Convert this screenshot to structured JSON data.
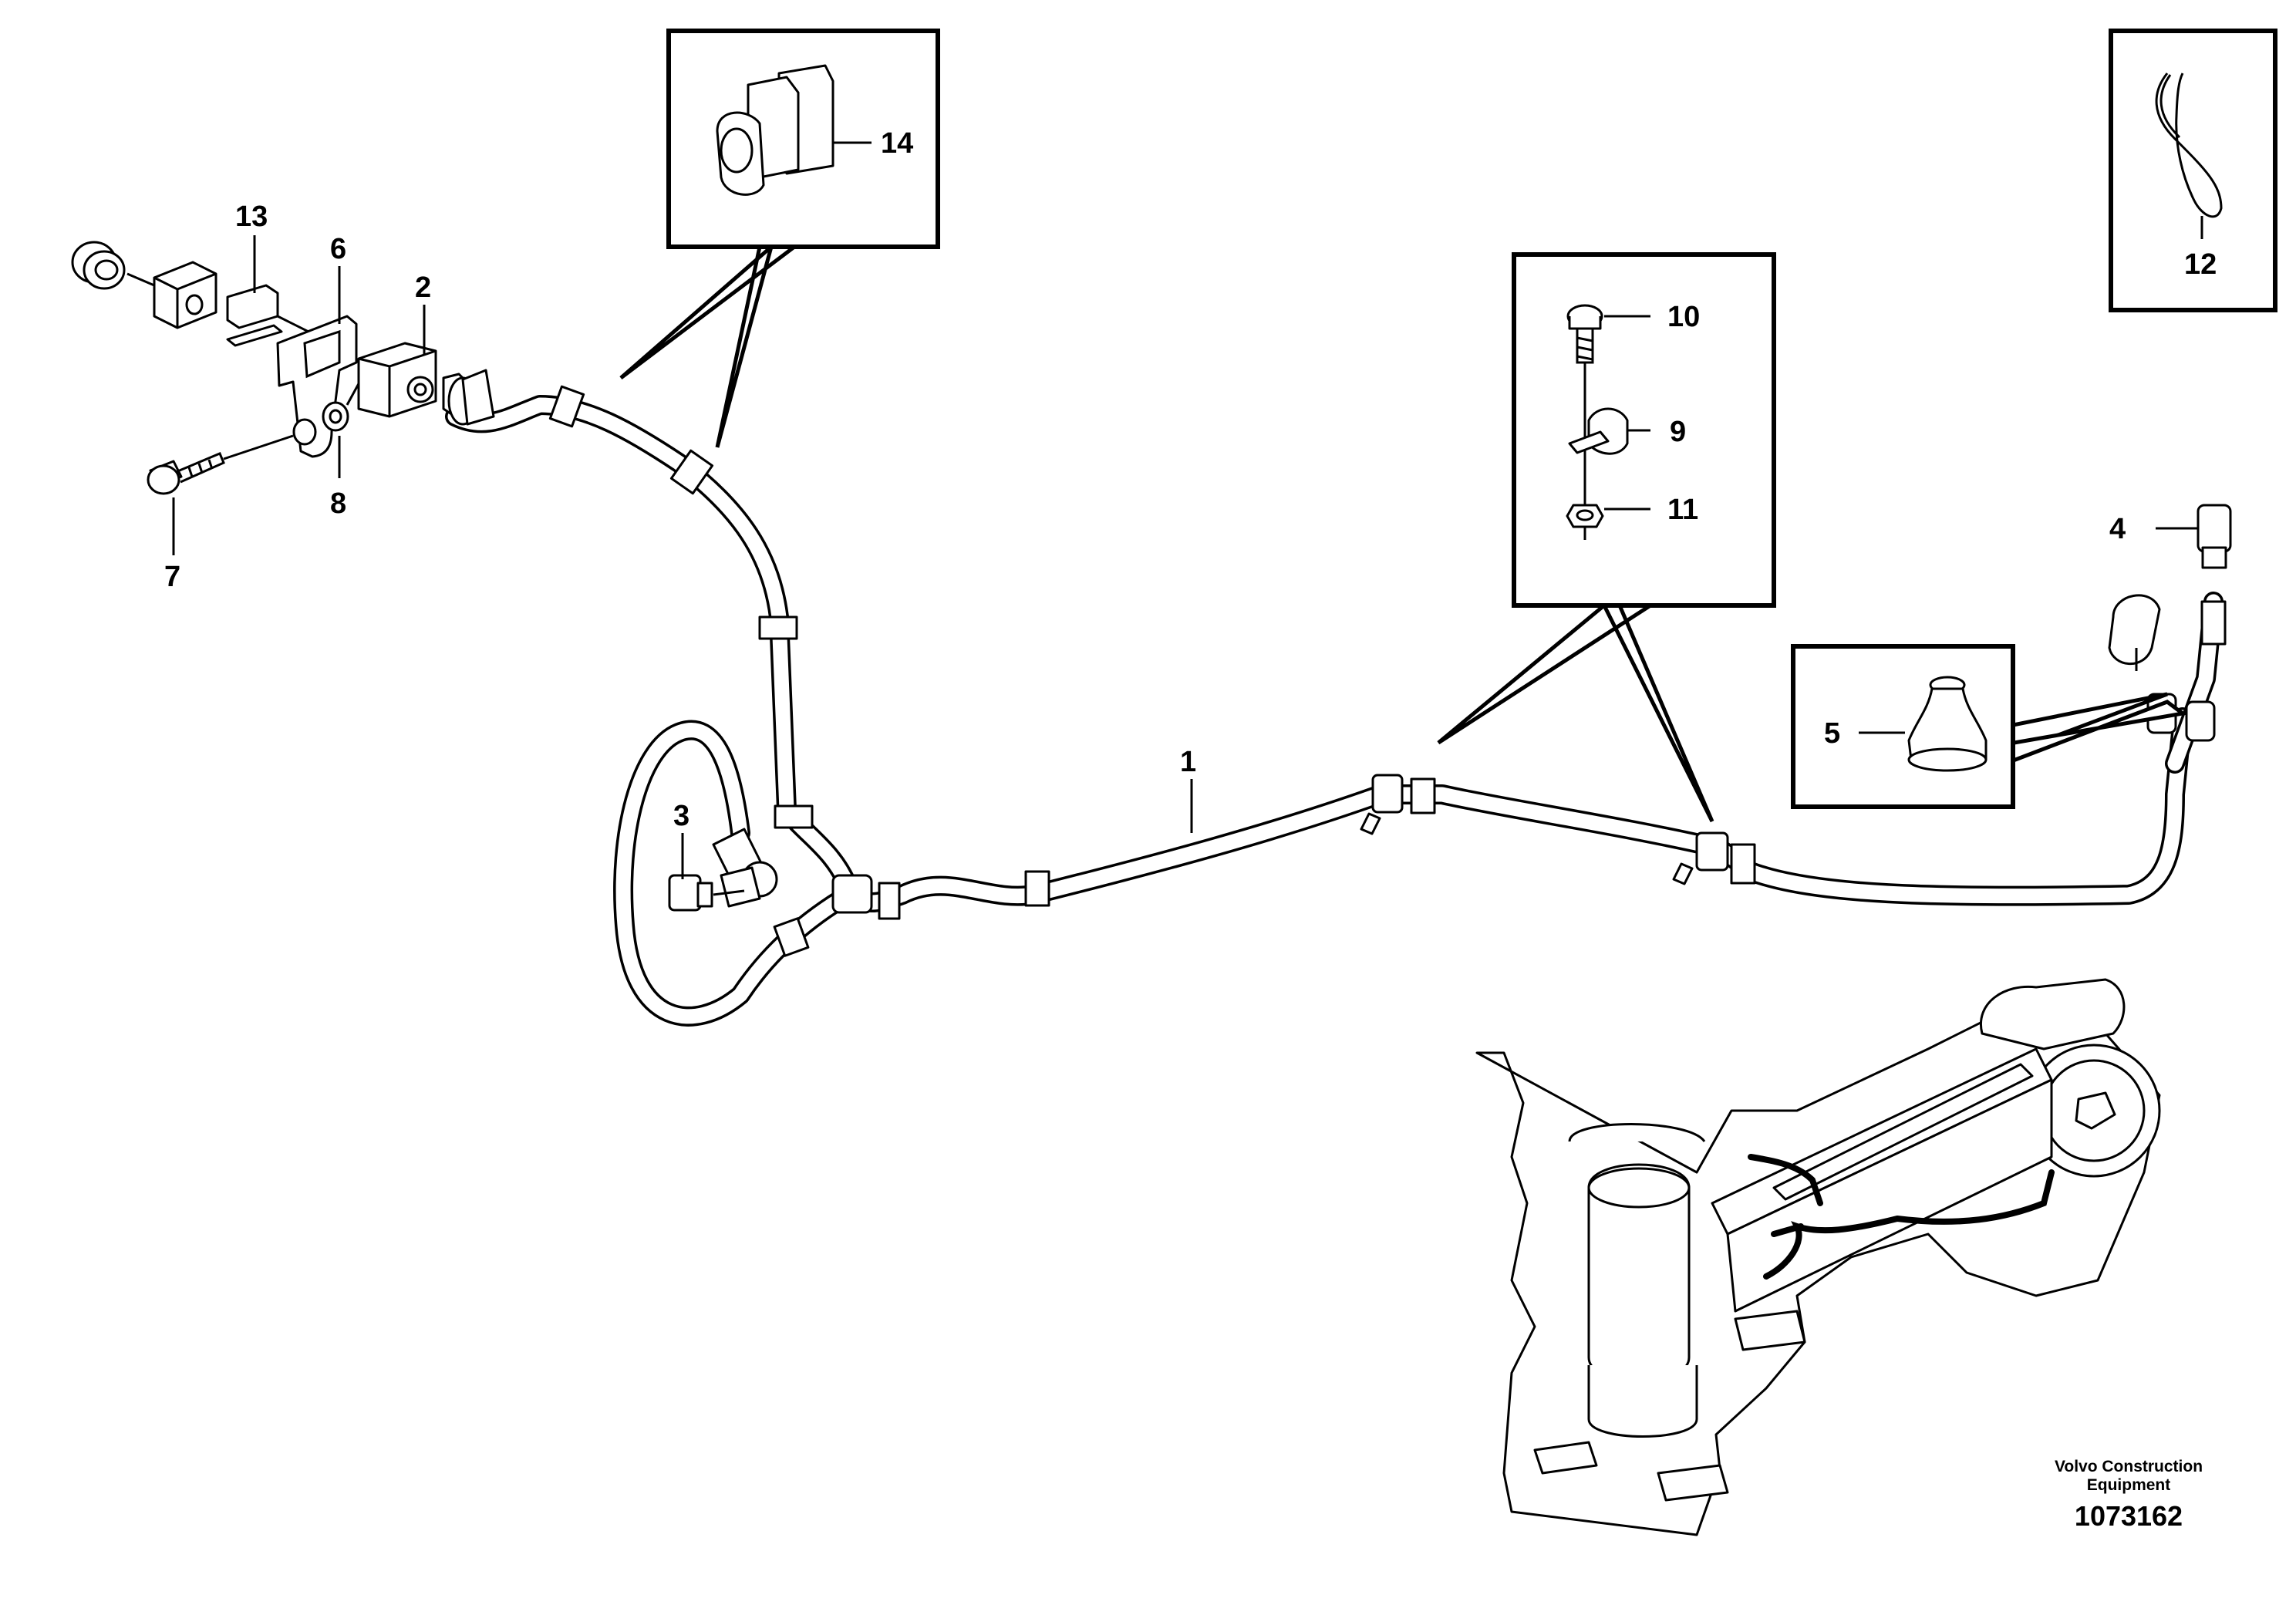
{
  "callouts": {
    "c1": "1",
    "c2": "2",
    "c3": "3",
    "c4": "4",
    "c5": "5",
    "c6": "6",
    "c7": "7",
    "c8": "8",
    "c9": "9",
    "c10": "10",
    "c11": "11",
    "c12": "12",
    "c13": "13",
    "c14": "14"
  },
  "credit": {
    "line1": "Volvo Construction",
    "line2": "Equipment",
    "doc_number": "1073162"
  }
}
